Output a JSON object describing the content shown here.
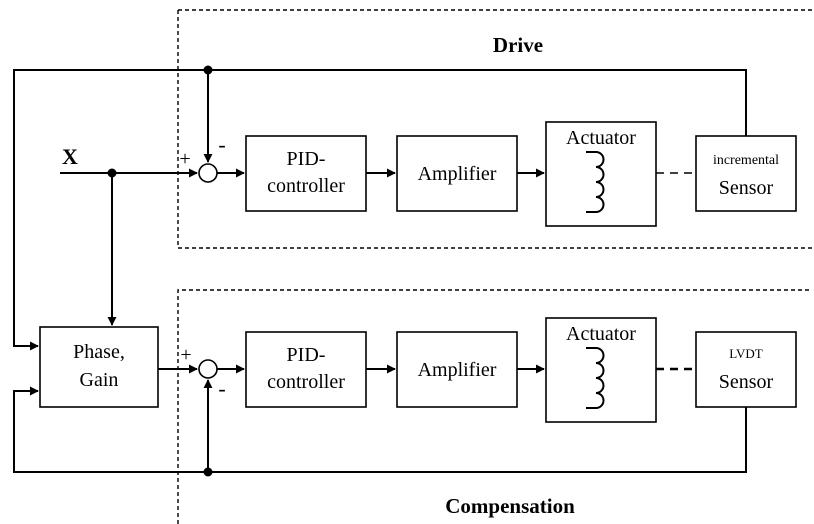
{
  "regions": {
    "drive_label": "Drive",
    "compensation_label": "Compensation"
  },
  "input": {
    "label": "X"
  },
  "drive": {
    "sum_plus": "+",
    "sum_minus": "-",
    "pid": [
      "PID-",
      "controller"
    ],
    "amplifier": "Amplifier",
    "actuator": "Actuator",
    "sensor_top": "incremental",
    "sensor_bottom": "Sensor"
  },
  "compensation": {
    "phase_gain": [
      "Phase,",
      "Gain"
    ],
    "sum_plus": "+",
    "sum_minus": "-",
    "pid": [
      "PID-",
      "controller"
    ],
    "amplifier": "Amplifier",
    "actuator": "Actuator",
    "sensor_top": "LVDT",
    "sensor_bottom": "Sensor"
  }
}
